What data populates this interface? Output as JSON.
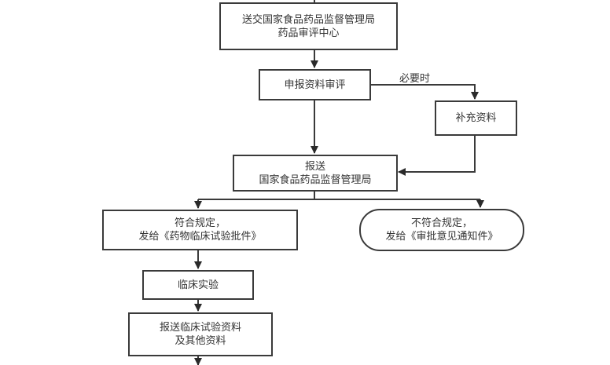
{
  "diagram": {
    "type": "flowchart",
    "nodes": [
      {
        "id": "submit-center",
        "shape": "rect",
        "lines": [
          "送交国家食品药品监督管理局",
          "药品审评中心"
        ]
      },
      {
        "id": "review",
        "shape": "rect",
        "lines": [
          "申报资料审评"
        ]
      },
      {
        "id": "supplement",
        "shape": "rect",
        "lines": [
          "补充资料"
        ]
      },
      {
        "id": "report-sfda",
        "shape": "rect",
        "lines": [
          "报送",
          "国家食品药品监督管理局"
        ]
      },
      {
        "id": "approved",
        "shape": "rect",
        "lines": [
          "符合规定，",
          "发给《药物临床试验批件》"
        ]
      },
      {
        "id": "rejected",
        "shape": "rounded",
        "lines": [
          "不符合规定，",
          "发给《审批意见通知件》"
        ]
      },
      {
        "id": "clinical-trial",
        "shape": "rect",
        "lines": [
          "临床实验"
        ]
      },
      {
        "id": "report-data",
        "shape": "rect",
        "lines": [
          "报送临床试验资料",
          "及其他资料"
        ]
      }
    ],
    "edges": [
      {
        "from": "(incoming)",
        "to": "submit-center",
        "label": ""
      },
      {
        "from": "submit-center",
        "to": "review",
        "label": ""
      },
      {
        "from": "review",
        "to": "supplement",
        "label": "必要时"
      },
      {
        "from": "review",
        "to": "report-sfda",
        "label": ""
      },
      {
        "from": "supplement",
        "to": "report-sfda",
        "label": ""
      },
      {
        "from": "report-sfda",
        "to": "approved",
        "label": ""
      },
      {
        "from": "report-sfda",
        "to": "rejected",
        "label": ""
      },
      {
        "from": "approved",
        "to": "clinical-trial",
        "label": ""
      },
      {
        "from": "clinical-trial",
        "to": "report-data",
        "label": ""
      },
      {
        "from": "report-data",
        "to": "(outgoing)",
        "label": ""
      }
    ],
    "edge_label_when_necessary": "必要时",
    "colors": {
      "stroke": "#3a3a3a",
      "text": "#333333",
      "background": "#ffffff"
    }
  }
}
